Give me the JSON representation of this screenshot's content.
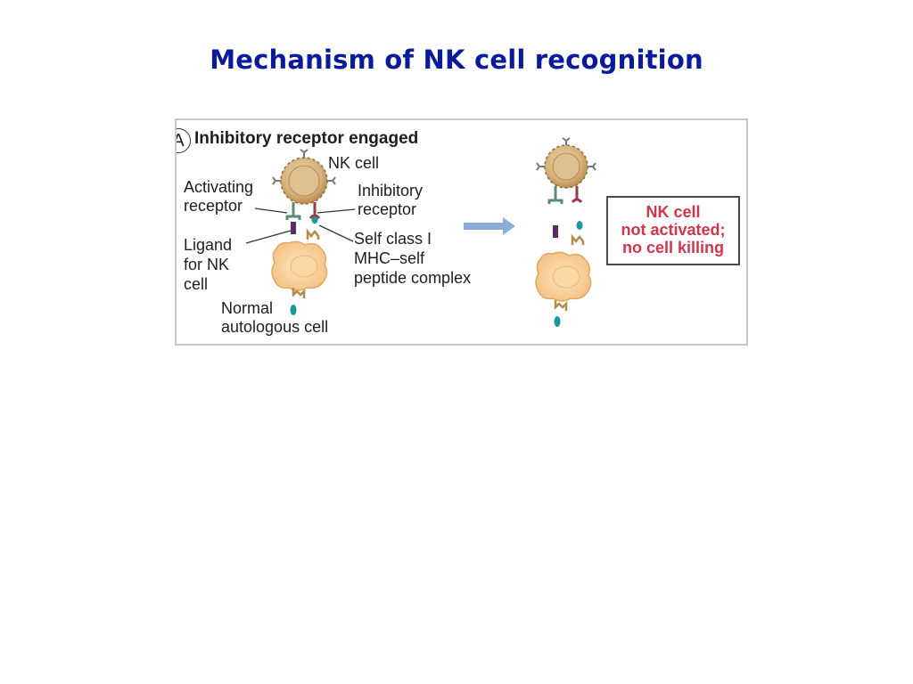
{
  "title": "Mechanism of NK cell recognition",
  "figure": {
    "panel_letter": "A",
    "panel_title": "Inhibitory receptor engaged",
    "labels": {
      "nk_cell": "NK cell",
      "activating_receptor_1": "Activating",
      "activating_receptor_2": "receptor",
      "inhibitory_receptor_1": "Inhibitory",
      "inhibitory_receptor_2": "receptor",
      "ligand_1": "Ligand",
      "ligand_2": "for NK",
      "ligand_3": "cell",
      "self_mhc_1": "Self class I",
      "self_mhc_2": "MHC–self",
      "self_mhc_3": "peptide complex",
      "normal_cell_1": "Normal",
      "normal_cell_2": "autologous cell"
    },
    "result": {
      "line1": "NK cell",
      "line2": "not activated;",
      "line3": "no cell killing"
    },
    "colors": {
      "title": "#0a1a9a",
      "result_text": "#d2344a",
      "nk_cell": "#c9a06a",
      "target_cell": "#f7c98c",
      "arrow": "#8aaed8",
      "ligand": "#5a2a6a",
      "mhc_peptide": "#1a9a9a"
    }
  }
}
